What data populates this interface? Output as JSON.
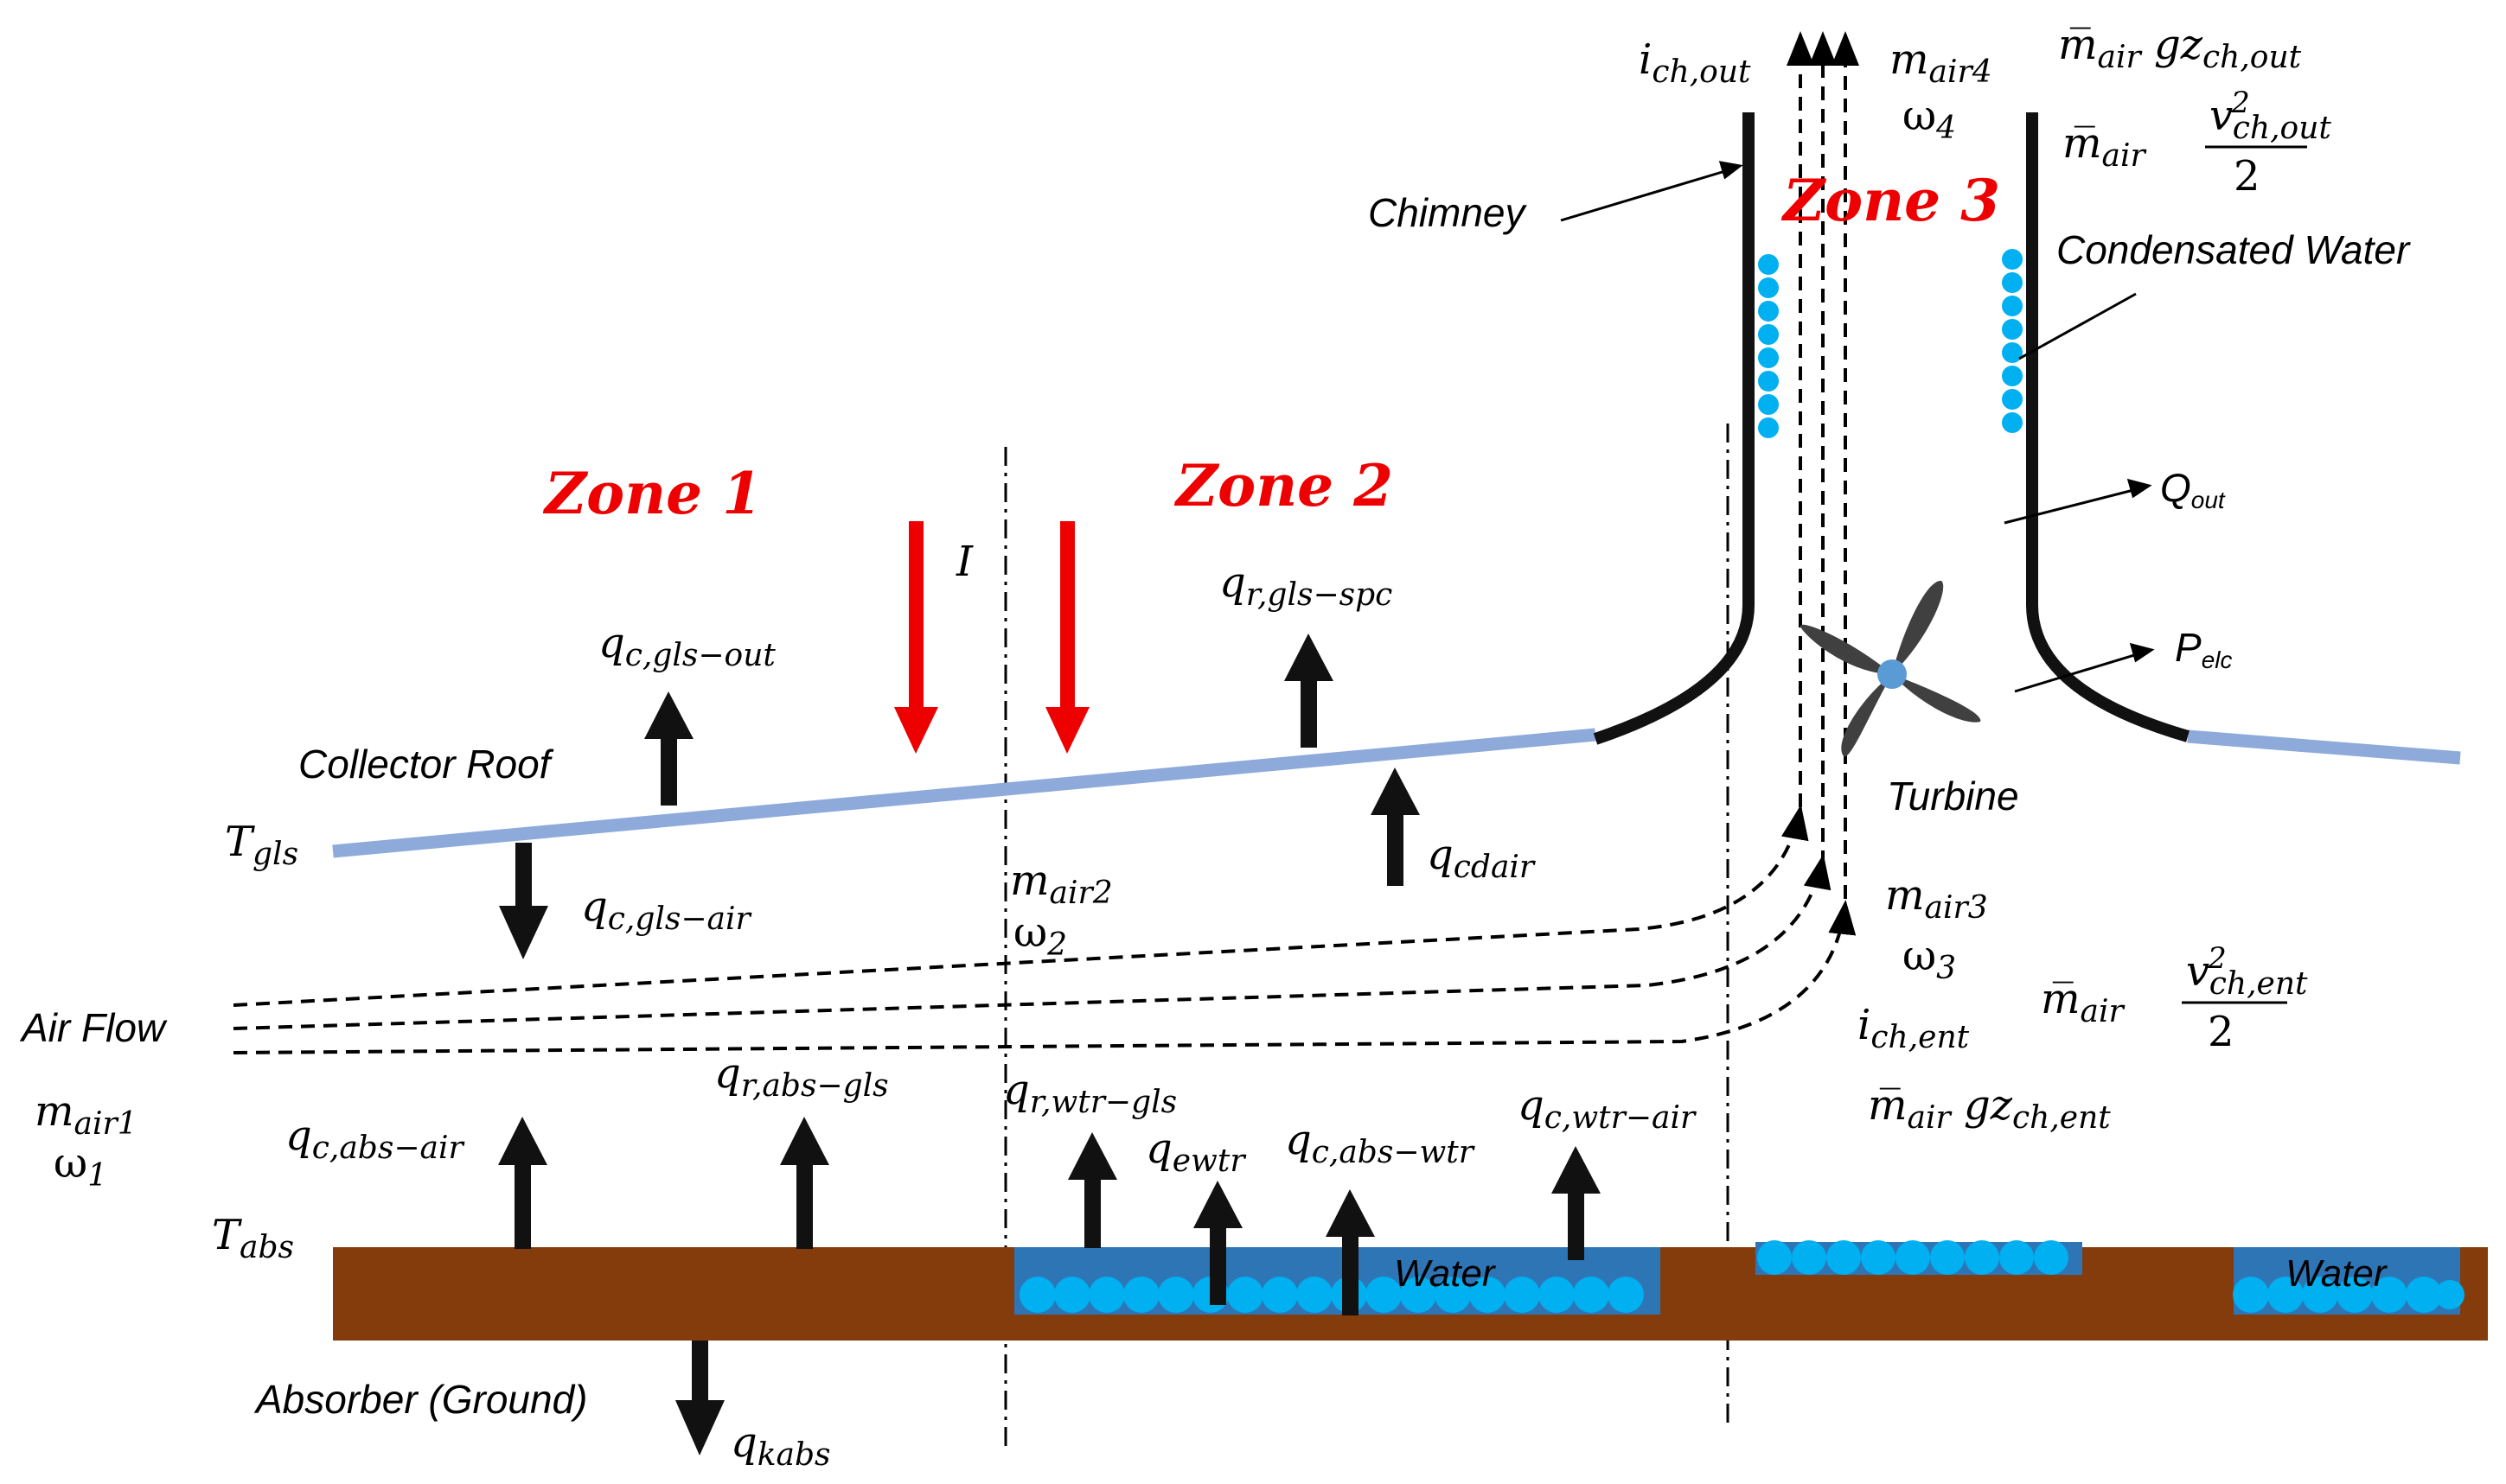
{
  "zones": {
    "zone1": "Zone 1",
    "zone2": "Zone 2",
    "zone3": "Zone 3"
  },
  "components": {
    "chimney": "Chimney",
    "condensated_water": "Condensated Water",
    "collector_roof": "Collector Roof",
    "air_flow": "Air Flow",
    "turbine": "Turbine",
    "absorber": "Absorber (Ground)",
    "water_1": "Water",
    "water_2": "Water"
  },
  "symbols": {
    "I": "I",
    "T_gls": {
      "base": "T",
      "sub": "gls"
    },
    "T_abs": {
      "base": "T",
      "sub": "abs"
    },
    "q_c_gls_out": {
      "base": "q",
      "sub": "c,gls−out"
    },
    "q_r_gls_spc": {
      "base": "q",
      "sub": "r,gls−spc"
    },
    "q_c_gls_air": {
      "base": "q",
      "sub": "c,gls−air"
    },
    "q_cdair": {
      "base": "q",
      "sub": "cdair"
    },
    "q_c_abs_air": {
      "base": "q",
      "sub": "c,abs−air"
    },
    "q_r_abs_gls": {
      "base": "q",
      "sub": "r,abs−gls"
    },
    "q_r_wtr_gls": {
      "base": "q",
      "sub": "r,wtr−gls"
    },
    "q_ewtr": {
      "base": "q",
      "sub": "ewtr"
    },
    "q_c_abs_wtr": {
      "base": "q",
      "sub": "c,abs−wtr"
    },
    "q_c_wtr_air": {
      "base": "q",
      "sub": "c,wtr−air"
    },
    "q_kabs": {
      "base": "q",
      "sub": "kabs"
    },
    "m_air1": {
      "base": "m",
      "sub": "air1"
    },
    "omega_1": {
      "base": "ω",
      "sub": "1"
    },
    "m_air2": {
      "base": "m",
      "sub": "air2"
    },
    "omega_2": {
      "base": "ω",
      "sub": "2"
    },
    "m_air3": {
      "base": "m",
      "sub": "air3"
    },
    "omega_3": {
      "base": "ω",
      "sub": "3"
    },
    "m_air4": {
      "base": "m",
      "sub": "air4"
    },
    "omega_4": {
      "base": "ω",
      "sub": "4"
    },
    "i_ch_out": {
      "base": "i",
      "sub": "ch,out"
    },
    "i_ch_ent": {
      "base": "i",
      "sub": "ch,ent"
    },
    "Q_out": {
      "base": "Q",
      "sub": "out"
    },
    "P_elc": {
      "base": "P",
      "sub": "elc"
    },
    "m_bar_gz_out": {
      "base": "m̅",
      "sub": "air",
      "mid": " gz",
      "sub2": "ch,out"
    },
    "m_bar_v2_out": {
      "base": "m̅",
      "sub": "air",
      "num": "v",
      "num_sup": "2",
      "num_sub": "ch,out",
      "den": "2"
    },
    "m_bar_v2_ent": {
      "base": "m̅",
      "sub": "air",
      "num": "v",
      "num_sup": "2",
      "num_sub": "ch,ent",
      "den": "2"
    },
    "m_bar_gz_ent": {
      "base": "m̅",
      "sub": "air",
      "mid": " gz",
      "sub2": "ch,ent"
    }
  },
  "colors": {
    "zone_text": "#ee0000",
    "solar_arrow": "#ee0000",
    "collector_roof": "#8eaadb",
    "chimney": "#111111",
    "ground": "#843c0c",
    "water": "#2e75b6",
    "droplet": "#00b0f0",
    "turbine_blade": "#404040",
    "turbine_hub": "#5b9bd5"
  }
}
